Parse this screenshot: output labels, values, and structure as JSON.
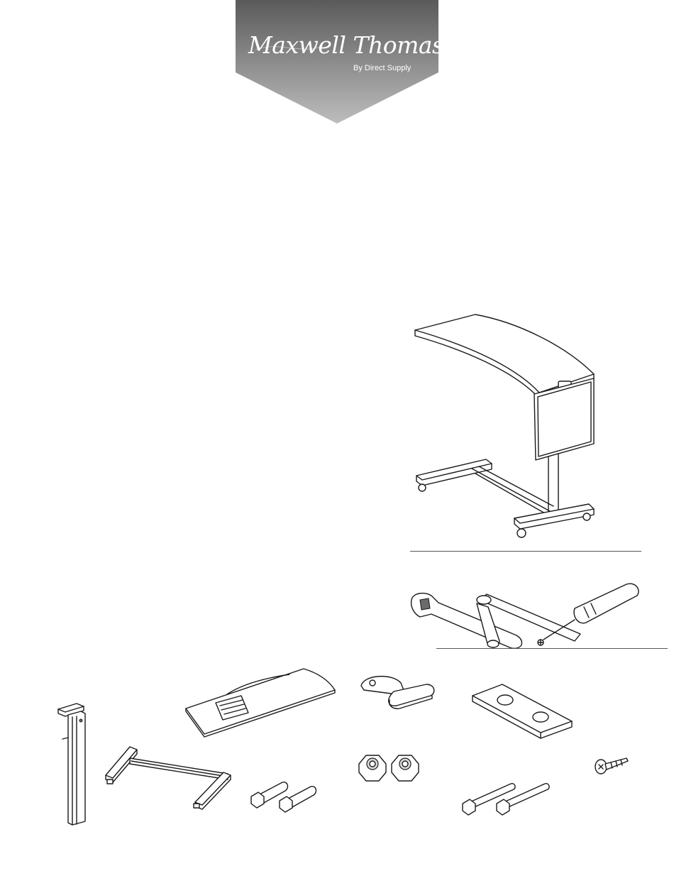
{
  "brand": {
    "name": "Maxwell Thomas",
    "registered_mark": "®",
    "tagline": "By Direct Supply",
    "badge_gradient_top": "#5a5a5a",
    "badge_gradient_bottom": "#bdbdbd"
  },
  "illustrations": [
    "assembled-overbed-table",
    "tools-wrench-socket-screwdriver",
    "column-part",
    "base-frame-part",
    "table-top-part",
    "handle-part",
    "mounting-plate-part",
    "short-bolts-part",
    "nuts-part",
    "long-bolts-part",
    "screw-part"
  ]
}
